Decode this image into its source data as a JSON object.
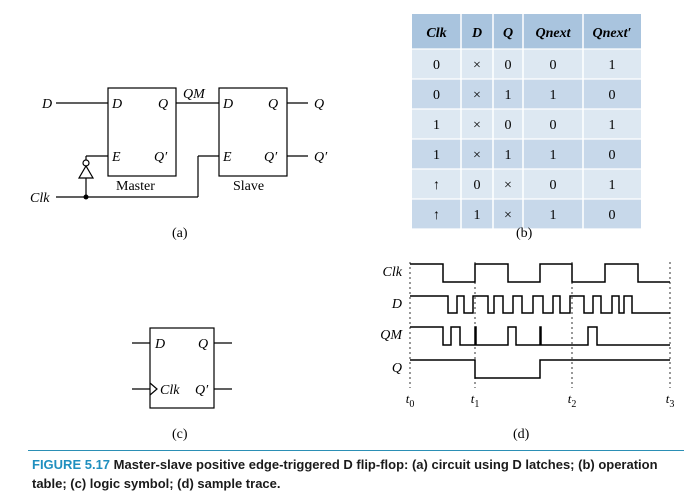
{
  "circuit": {
    "d_in": "D",
    "clk_in": "Clk",
    "master_label": "Master",
    "slave_label": "Slave",
    "pin_d": "D",
    "pin_q": "Q",
    "pin_qbar": "Q′",
    "pin_e": "E",
    "qm": "QM",
    "out_q": "Q",
    "out_qbar": "Q′",
    "sublabel": "(a)"
  },
  "table": {
    "headers": [
      "Clk",
      "D",
      "Q",
      "Qnext",
      "Qnext′"
    ],
    "rows": [
      [
        "0",
        "×",
        "0",
        "0",
        "1"
      ],
      [
        "0",
        "×",
        "1",
        "1",
        "0"
      ],
      [
        "1",
        "×",
        "0",
        "0",
        "1"
      ],
      [
        "1",
        "×",
        "1",
        "1",
        "0"
      ],
      [
        "↑",
        "0",
        "×",
        "0",
        "1"
      ],
      [
        "↑",
        "1",
        "×",
        "1",
        "0"
      ]
    ],
    "sublabel": "(b)",
    "header_bg": "#a9c4de",
    "row_bg_a": "#dde8f2",
    "row_bg_b": "#c7d8ea"
  },
  "symbol": {
    "pin_d": "D",
    "pin_q": "Q",
    "pin_clk": "Clk",
    "pin_qbar": "Q′",
    "sublabel": "(c)"
  },
  "trace": {
    "signals": [
      "Clk",
      "D",
      "QM",
      "Q"
    ],
    "times": [
      "t0",
      "t1",
      "t2",
      "t3"
    ],
    "sublabel": "(d)"
  },
  "caption": {
    "label": "FIGURE 5.17",
    "text": " Master-slave positive edge-triggered D flip-flop: (a) circuit using D latches; (b) operation table; (c) logic symbol; (d) sample trace."
  }
}
